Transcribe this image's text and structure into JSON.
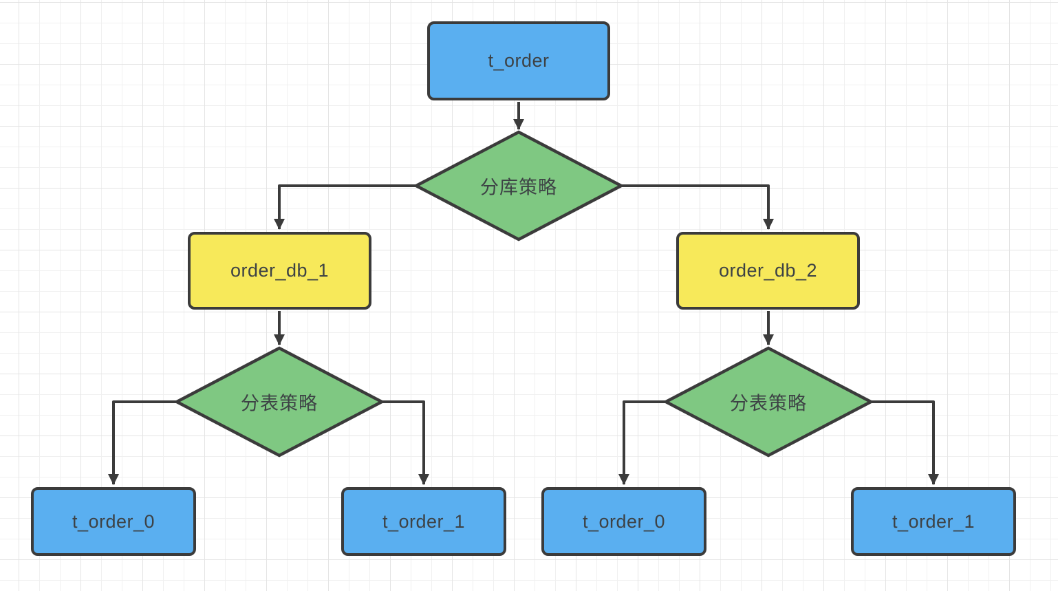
{
  "diagram": {
    "type": "flowchart",
    "topic": "sharding",
    "nodes": {
      "t_order": {
        "label": "t_order",
        "shape": "rounded-rect",
        "fill": "#5aaff0"
      },
      "db_strategy": {
        "label": "分库策略",
        "shape": "diamond",
        "fill": "#7fc882"
      },
      "order_db_1": {
        "label": "order_db_1",
        "shape": "rounded-rect",
        "fill": "#f7e95a"
      },
      "order_db_2": {
        "label": "order_db_2",
        "shape": "rounded-rect",
        "fill": "#f7e95a"
      },
      "table_strategy_1": {
        "label": "分表策略",
        "shape": "diamond",
        "fill": "#7fc882"
      },
      "table_strategy_2": {
        "label": "分表策略",
        "shape": "diamond",
        "fill": "#7fc882"
      },
      "t_order_0_a": {
        "label": "t_order_0",
        "shape": "rounded-rect",
        "fill": "#5aaff0"
      },
      "t_order_1_a": {
        "label": "t_order_1",
        "shape": "rounded-rect",
        "fill": "#5aaff0"
      },
      "t_order_0_b": {
        "label": "t_order_0",
        "shape": "rounded-rect",
        "fill": "#5aaff0"
      },
      "t_order_1_b": {
        "label": "t_order_1",
        "shape": "rounded-rect",
        "fill": "#5aaff0"
      }
    },
    "edges": [
      {
        "from": "t_order",
        "to": "db_strategy"
      },
      {
        "from": "db_strategy",
        "to": "order_db_1"
      },
      {
        "from": "db_strategy",
        "to": "order_db_2"
      },
      {
        "from": "order_db_1",
        "to": "table_strategy_1"
      },
      {
        "from": "order_db_2",
        "to": "table_strategy_2"
      },
      {
        "from": "table_strategy_1",
        "to": "t_order_0_a"
      },
      {
        "from": "table_strategy_1",
        "to": "t_order_1_a"
      },
      {
        "from": "table_strategy_2",
        "to": "t_order_0_b"
      },
      {
        "from": "table_strategy_2",
        "to": "t_order_1_b"
      }
    ],
    "colors": {
      "node_blue": "#5aaff0",
      "node_green": "#7fc882",
      "node_yellow": "#f7e95a",
      "stroke": "#3b3b3b",
      "text": "#3d4245",
      "grid_minor": "#f0f0f0",
      "grid_major": "#e4e4e4",
      "background": "#ffffff"
    }
  }
}
